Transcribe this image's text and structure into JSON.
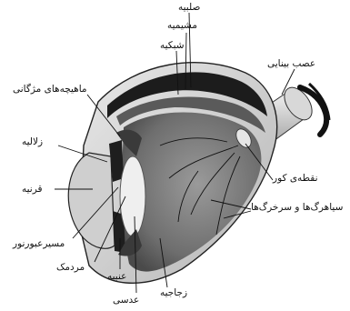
{
  "labels": {
    "sclera": "صلبیه",
    "choroid": "مشیمیه",
    "retina": "شبکیه",
    "optic_nerve": "عصب بینایی",
    "ciliary_muscles": "ماهیچه‌های مژگانی",
    "aqueous": "زلالیه",
    "cornea": "قرنیه",
    "blind_spot": "نقطه‌ی کور",
    "vessels": "سیاهرگ‌ها و سرخرگ‌ها",
    "light_path": "مسیرعبورنور",
    "pupil": "مردمک",
    "iris": "عنبیه",
    "lens": "عدسی",
    "vitreous": "زجاجیه"
  }
}
